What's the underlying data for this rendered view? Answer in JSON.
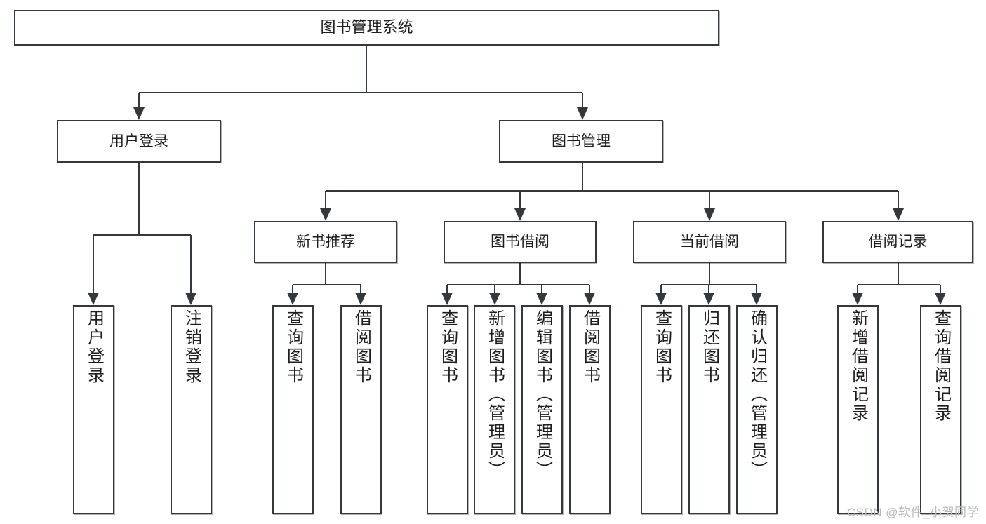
{
  "diagram": {
    "title": "图书管理系统",
    "type": "tree-hierarchy-chart",
    "watermark": "CSDN @软件_小贺同学",
    "colors": {
      "box_border": "#33383d",
      "box_fill": "#ffffff",
      "text": "#1d1d1f",
      "connector": "#33383d",
      "watermark": "#b9babc",
      "background": "#ffffff"
    }
  },
  "nodes": {
    "root": {
      "label": "图书管理系统"
    },
    "level2": [
      {
        "id": "user-login",
        "label": "用户登录"
      },
      {
        "id": "book-management",
        "label": "图书管理"
      }
    ],
    "level3": [
      {
        "id": "new-book-recommend",
        "label": "新书推荐"
      },
      {
        "id": "book-borrow",
        "label": "图书借阅"
      },
      {
        "id": "current-borrow",
        "label": "当前借阅"
      },
      {
        "id": "borrow-record",
        "label": "借阅记录"
      }
    ],
    "leaves": {
      "user_login": [
        {
          "id": "leaf-user-login",
          "label": "用户登录"
        },
        {
          "id": "leaf-logout-login",
          "label": "注销登录"
        }
      ],
      "new_book_recommend": [
        {
          "id": "leaf-query-book-1",
          "label": "查询图书"
        },
        {
          "id": "leaf-borrow-book-1",
          "label": "借阅图书"
        }
      ],
      "book_borrow": [
        {
          "id": "leaf-query-book-2",
          "label": "查询图书"
        },
        {
          "id": "leaf-add-book",
          "label": "新增图书（管理员）"
        },
        {
          "id": "leaf-edit-book",
          "label": "编辑图书（管理员）"
        },
        {
          "id": "leaf-borrow-book-2",
          "label": "借阅图书"
        }
      ],
      "current_borrow": [
        {
          "id": "leaf-query-book-3",
          "label": "查询图书"
        },
        {
          "id": "leaf-return-book",
          "label": "归还图书"
        },
        {
          "id": "leaf-confirm-return",
          "label": "确认归还（管理员）"
        }
      ],
      "borrow_record": [
        {
          "id": "leaf-add-record",
          "label": "新增借阅记录"
        },
        {
          "id": "leaf-query-record",
          "label": "查询借阅记录"
        }
      ]
    }
  }
}
